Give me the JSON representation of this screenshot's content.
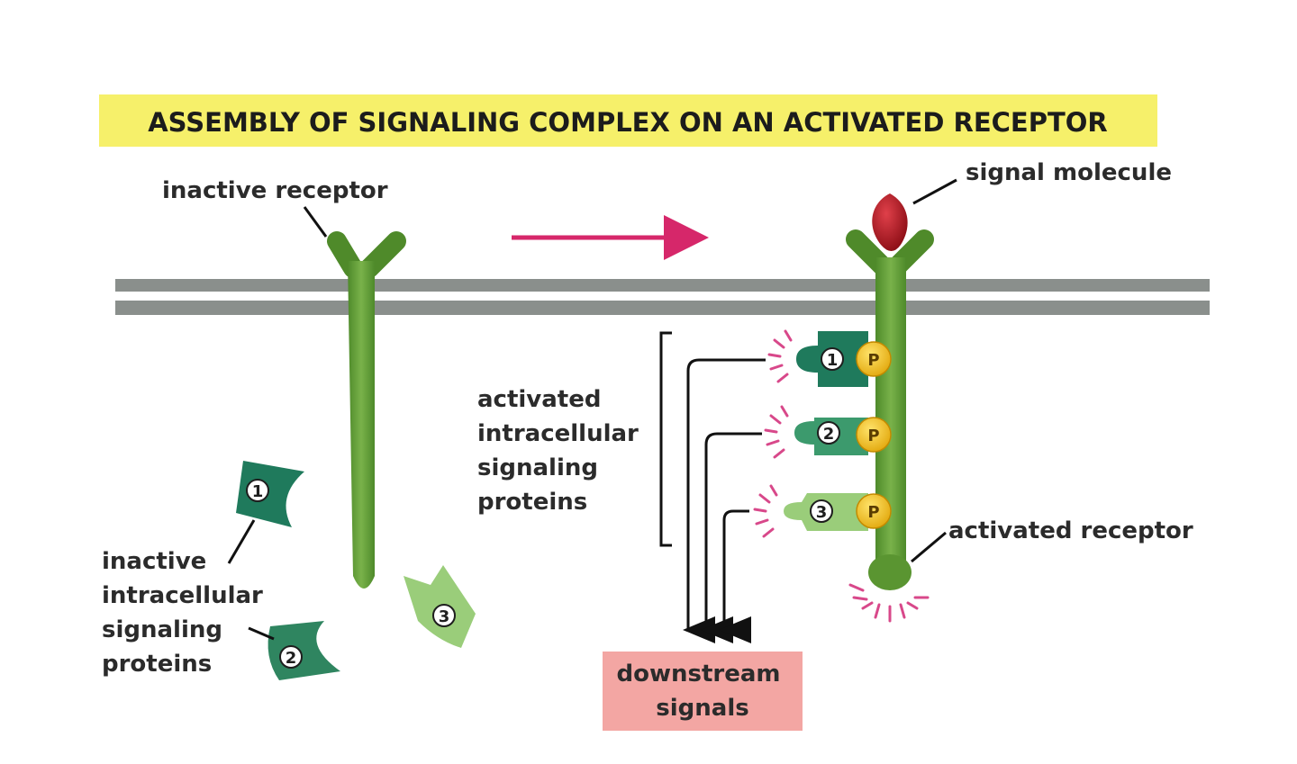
{
  "title": "ASSEMBLY OF SIGNALING COMPLEX ON AN ACTIVATED RECEPTOR",
  "labels": {
    "inactive_receptor": "inactive receptor",
    "signal_molecule": "signal molecule",
    "activated_receptor": "activated receptor",
    "activated_proteins": [
      "activated",
      "intracellular",
      "signaling",
      "proteins"
    ],
    "inactive_proteins": [
      "inactive",
      "intracellular",
      "signaling",
      "proteins"
    ],
    "downstream": [
      "downstream",
      "signals"
    ]
  },
  "protein_numbers": [
    "1",
    "2",
    "3"
  ],
  "phosphate_label": "P",
  "colors": {
    "title_highlight": "#f6f06a",
    "membrane": "#8a8f8c",
    "receptor": "#5f9a35",
    "signal_molecule": "#b1121f",
    "arrow": "#d6276a",
    "protein1": "#1f7a5c",
    "protein2": "#3c9a6d",
    "protein3": "#9acd7a",
    "phosphate": "#f4c21f",
    "downstream_box": "#f3a6a3",
    "activation_marks": "#d8488a"
  }
}
